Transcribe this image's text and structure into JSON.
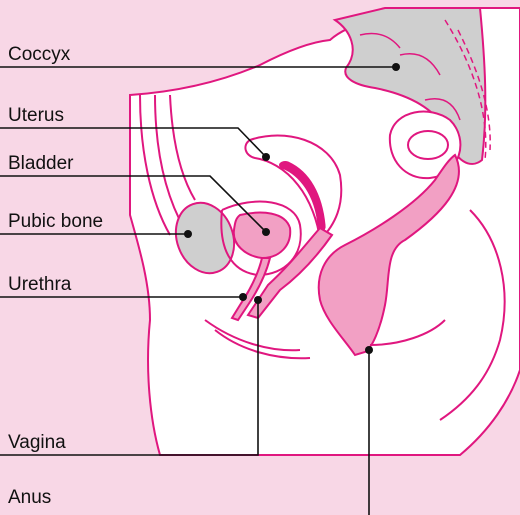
{
  "labels": {
    "coccyx": "Coccyx",
    "uterus": "Uterus",
    "bladder": "Bladder",
    "pubic_bone": "Pubic bone",
    "urethra": "Urethra",
    "vagina": "Vagina",
    "anus": "Anus"
  },
  "colors": {
    "background": "#f8d7e6",
    "body_fill": "#ffffff",
    "outline": "#e0177f",
    "organ_fill": "#f2a0c4",
    "bone_fill": "#cfcfcf",
    "leader_line": "#111111"
  }
}
